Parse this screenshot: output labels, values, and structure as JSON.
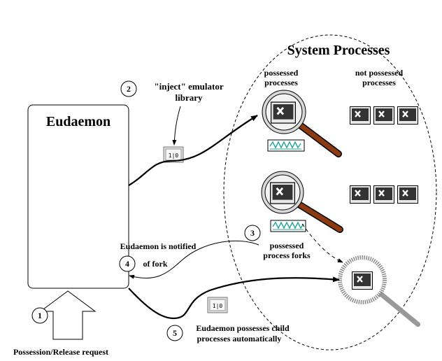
{
  "eudaemon_box": {
    "title": "Eudaemon"
  },
  "system_ellipse": {
    "title": "System Processes"
  },
  "process_groups": {
    "possessed": {
      "line1": "possessed",
      "line2": "processes"
    },
    "not_possessed": {
      "line1": "not possessed",
      "line2": "processes"
    }
  },
  "steps": [
    {
      "number": "1",
      "lines": [
        "Possession/Release request"
      ]
    },
    {
      "number": "2",
      "lines": [
        "\"inject\" emulator",
        "library"
      ]
    },
    {
      "number": "3",
      "lines": [
        "possessed",
        "process forks"
      ]
    },
    {
      "number": "4",
      "lines": [
        "Eudaemon is notified",
        "of fork"
      ]
    },
    {
      "number": "5",
      "lines": [
        "Eudaemon possesses child",
        "processes automatically"
      ]
    }
  ],
  "library_chip": {
    "text": "1|0"
  },
  "icons": {
    "process": "terminal-window-icon",
    "magnifier": "magnifying-glass-icon",
    "waveform": "waveform-icon",
    "chip": "library-chip-icon"
  },
  "colors": {
    "magnifier_handle": "#8b3a12",
    "waveform": "#2aa6a0",
    "window_dark": "#333333"
  }
}
